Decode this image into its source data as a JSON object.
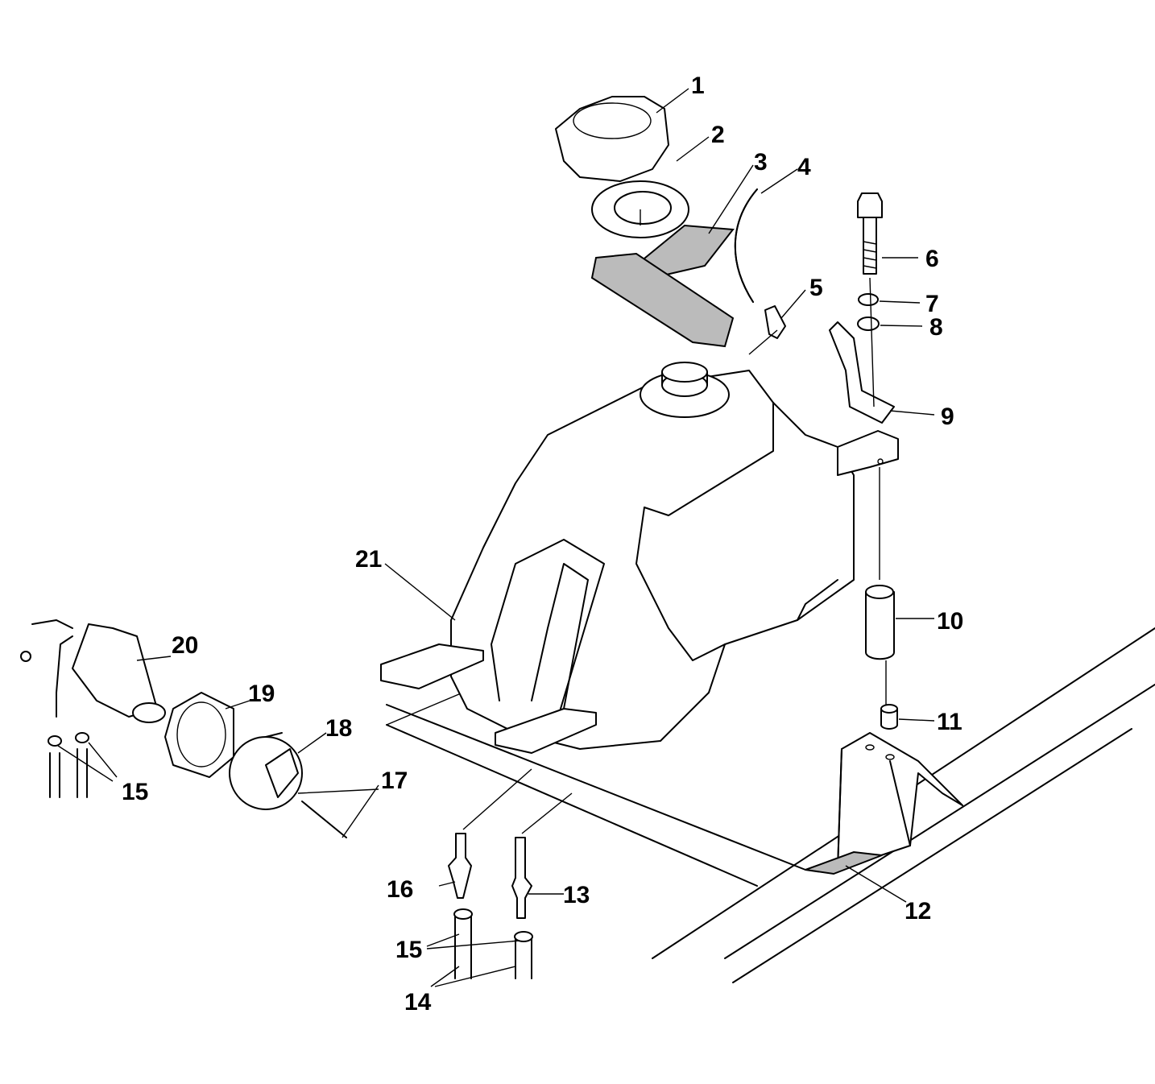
{
  "diagram": {
    "title": "Fuel tank assembly exploded view",
    "callouts": {
      "c1": "1",
      "c2": "2",
      "c3": "3",
      "c4": "4",
      "c5": "5",
      "c6": "6",
      "c7": "7",
      "c8": "8",
      "c9": "9",
      "c10": "10",
      "c11": "11",
      "c12": "12",
      "c13": "13",
      "c14": "14",
      "c15a": "15",
      "c15b": "15",
      "c16": "16",
      "c17": "17",
      "c18": "18",
      "c19": "19",
      "c20": "20",
      "c21": "21"
    }
  }
}
